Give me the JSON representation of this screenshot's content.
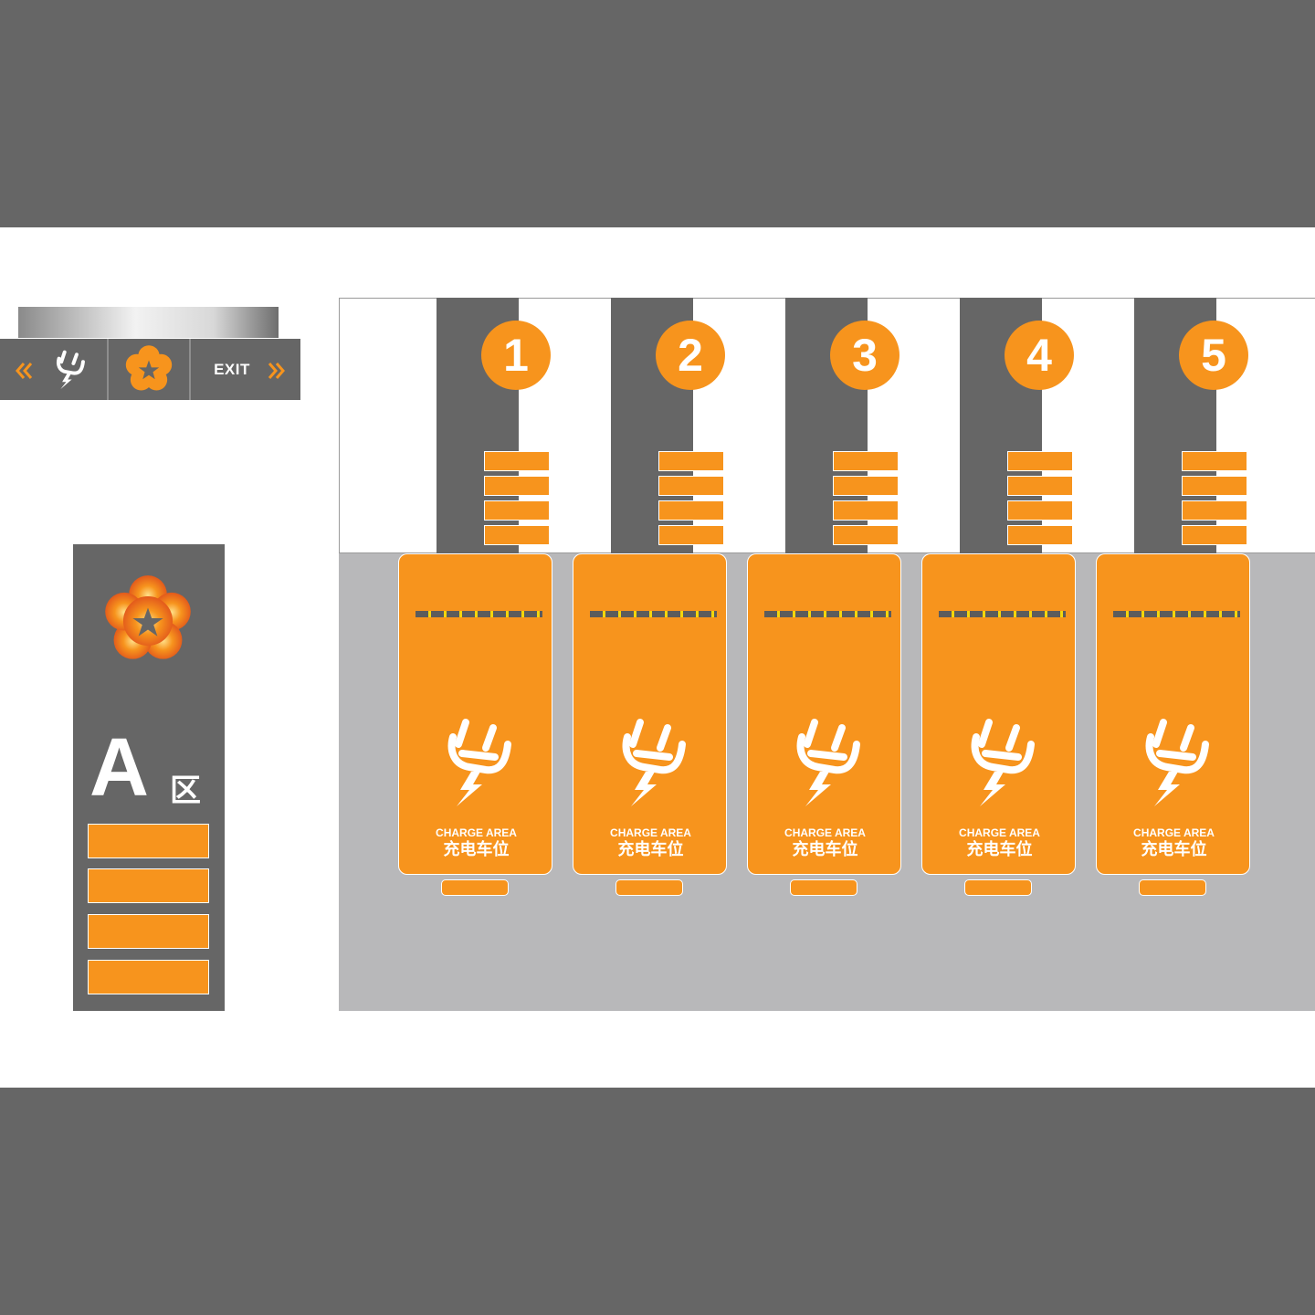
{
  "overhead_sign": {
    "left_arrow": "«",
    "right_arrow": "»",
    "exit_label": "EXIT",
    "icons": [
      "charging-plug-icon",
      "flower-star-logo-icon"
    ]
  },
  "zone_sign": {
    "letter": "A",
    "suffix": "区",
    "logo_icon": "flower-star-logo-icon",
    "placeholder_bars": 4
  },
  "bays": [
    {
      "number": "1",
      "label_en": "CHARGE AREA",
      "label_cn": "充电车位"
    },
    {
      "number": "2",
      "label_en": "CHARGE AREA",
      "label_cn": "充电车位"
    },
    {
      "number": "3",
      "label_en": "CHARGE AREA",
      "label_cn": "充电车位"
    },
    {
      "number": "4",
      "label_en": "CHARGE AREA",
      "label_cn": "充电车位"
    },
    {
      "number": "5",
      "label_en": "CHARGE AREA",
      "label_cn": "充电车位"
    }
  ],
  "colors": {
    "accent_orange": "#f7941d",
    "sign_gray": "#666666",
    "floor_gray": "#b8b8ba",
    "stripe_yellow": "#f4d60b",
    "background": "#ffffff"
  }
}
